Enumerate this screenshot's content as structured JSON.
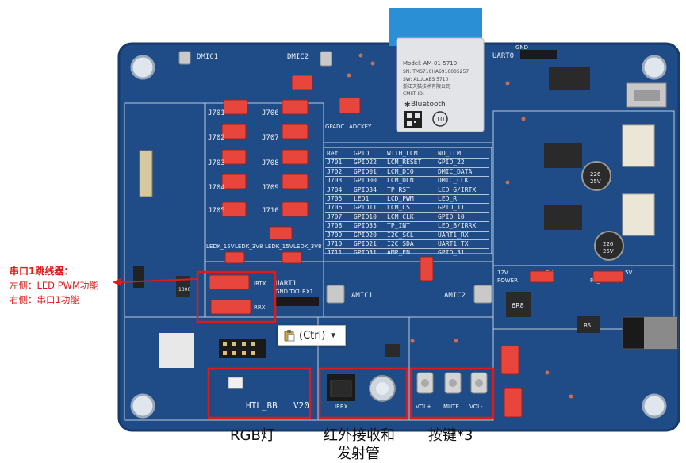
{
  "board": {
    "module": {
      "model": "Model: AM-01-5710",
      "sn": "SN: TMS710HA6916005257",
      "sw": "SW: ALULABS 5710",
      "maker": "浙江天猫技术有限公司",
      "cmiit": "CMIIT ID:",
      "bt": "Bluetooth",
      "bt_ver": "10"
    },
    "silk": {
      "dmic1": "DMIC1",
      "dmic2": "DMIC2",
      "uart0": "UART0",
      "gnd": "GND",
      "gpadc": "GPADC",
      "adckey": "ADCKEY",
      "j701": "J701",
      "j702": "J702",
      "j703": "J703",
      "j704": "J704",
      "j705": "J705",
      "j706": "J706",
      "j707": "J707",
      "j708": "J708",
      "j709": "J709",
      "j710": "J710",
      "ledk15a": "LEDK_15V",
      "ledk3a": "LEDK_3V8",
      "ledk15b": "LEDK_15V",
      "ledk3b": "LEDK_3V8",
      "irtx": "IRTX",
      "rrx": "RRX",
      "uart1": "UART1",
      "gnd_tx_rx": "GND TX1 RX1",
      "amic1": "AMIC1",
      "amic2": "AMIC2",
      "v12": "12V",
      "power": "POWER",
      "pa_power": "PA_POWER",
      "v5": "5V",
      "sv": "5V",
      "htl": "HTL_BB",
      "v20": "V20",
      "irrx": "IRRX",
      "vol_plus": "VOL+",
      "mute": "MUTE",
      "vol_minus": "VOL-",
      "cap_a": "226",
      "cap_b": "226",
      "cap_c": "25V",
      "cap_d": "25V",
      "chip_a": "1300",
      "ind": "6R8",
      "ic_b": "B5"
    },
    "gpio_table": {
      "headers": [
        "Ref",
        "GPIO",
        "WITH_LCM",
        "NO_LCM"
      ],
      "rows": [
        [
          "J701",
          "GPIO22",
          "LCM_RESET",
          "GPIO_22"
        ],
        [
          "J702",
          "GPIO01",
          "LCM_DIO",
          "DMIC_DATA"
        ],
        [
          "J703",
          "GPIO00",
          "LCM_DCN",
          "DMIC_CLK"
        ],
        [
          "J704",
          "GPIO34",
          "TP_RST",
          "LED_G/IRTX"
        ],
        [
          "J705",
          "LED1",
          "LCD_PWM",
          "LED_R"
        ],
        [
          "J706",
          "GPIO11",
          "LCM_CS",
          "GPIO_11"
        ],
        [
          "J707",
          "GPIO10",
          "LCM_CLK",
          "GPIO_10"
        ],
        [
          "J708",
          "GPIO35",
          "TP_INT",
          "LED_B/IRRX"
        ],
        [
          "J709",
          "GPIO20",
          "I2C_SCL",
          "UART1_RX"
        ],
        [
          "J710",
          "GPIO21",
          "I2C_SDA",
          "UART1_TX"
        ],
        [
          "J711",
          "GPIO31",
          "AMP_EN",
          "GPIO_31"
        ]
      ]
    }
  },
  "annotation": {
    "title": "串口1跳线器：",
    "line1": "左侧：LED PWM功能",
    "line2": "右侧：串口1功能"
  },
  "captions": {
    "rgb": "RGB灯",
    "ir_line1": "红外接收和",
    "ir_line2": "发射管",
    "keys": "按键*3"
  },
  "paste_popup": {
    "label": "(Ctrl)",
    "arrow": "▼"
  },
  "colors": {
    "pcb": "#1f4c86",
    "pcb_dark": "#163a6a",
    "silkscreen": "#eef2f8",
    "jumper_red": "#e8453c",
    "annotation_red": "#e01a1a",
    "module_blue": "#2b8fd6"
  }
}
